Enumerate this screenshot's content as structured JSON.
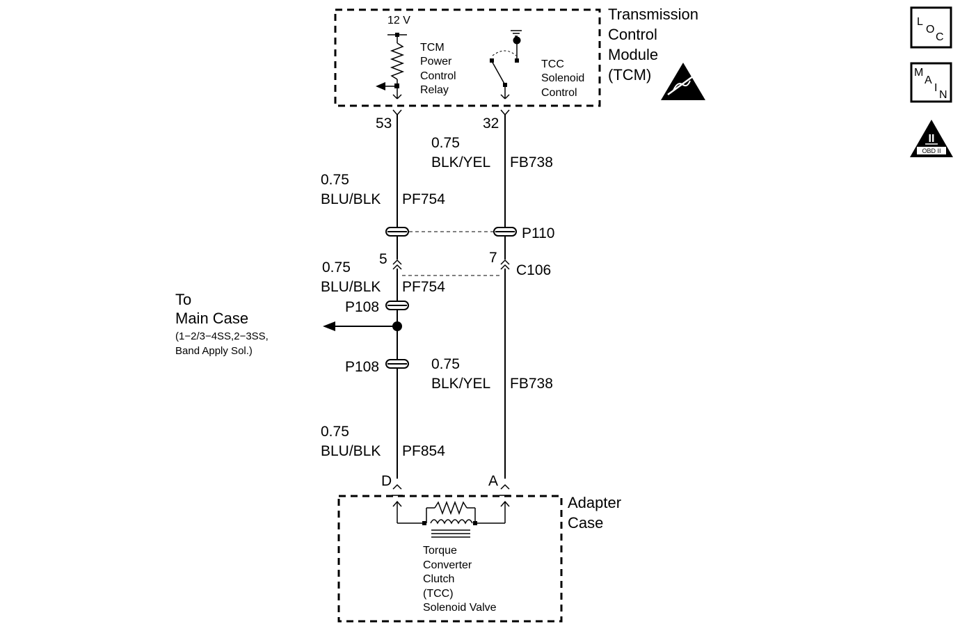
{
  "tcm": {
    "title_line1": "Transmission",
    "title_line2": "Control",
    "title_line3": "Module",
    "title_line4": "(TCM)",
    "supply": "12 V",
    "relay_line1": "TCM",
    "relay_line2": "Power",
    "relay_line3": "Control",
    "relay_line4": "Relay",
    "solenoid_line1": "TCC",
    "solenoid_line2": "Solenoid",
    "solenoid_line3": "Control",
    "pin_left": "53",
    "pin_right": "32"
  },
  "wires": {
    "left_upper_gauge": "0.75",
    "left_upper_color": "BLU/BLK",
    "left_upper_circuit": "PF754",
    "right_upper_gauge": "0.75",
    "right_upper_color": "BLK/YEL",
    "right_upper_circuit": "FB738",
    "left_mid_gauge": "0.75",
    "left_mid_color": "BLU/BLK",
    "left_mid_circuit": "PF754",
    "right_lower_gauge": "0.75",
    "right_lower_color": "BLK/YEL",
    "right_lower_circuit": "FB738",
    "left_lower_gauge": "0.75",
    "left_lower_color": "BLU/BLK",
    "left_lower_circuit": "PF854"
  },
  "connectors": {
    "p110": "P110",
    "c106": "C106",
    "c106_pin_left": "5",
    "c106_pin_right": "7",
    "p108_upper": "P108",
    "p108_lower": "P108",
    "pin_d": "D",
    "pin_a": "A"
  },
  "branch": {
    "line1": "To",
    "line2": "Main Case",
    "line3": "(1−2/3−4SS,2−3SS,",
    "line4": "Band Apply Sol.)"
  },
  "adapter": {
    "title_line1": "Adapter",
    "title_line2": "Case",
    "valve_line1": "Torque",
    "valve_line2": "Converter",
    "valve_line3": "Clutch",
    "valve_line4": "(TCC)",
    "valve_line5": "Solenoid Valve"
  },
  "side_icons": {
    "loc_l": "L",
    "loc_o": "O",
    "loc_c": "C",
    "main_m": "M",
    "main_a": "A",
    "main_i": "I",
    "main_n": "N",
    "obd_numeral": "II",
    "obd_text": "OBD II"
  }
}
